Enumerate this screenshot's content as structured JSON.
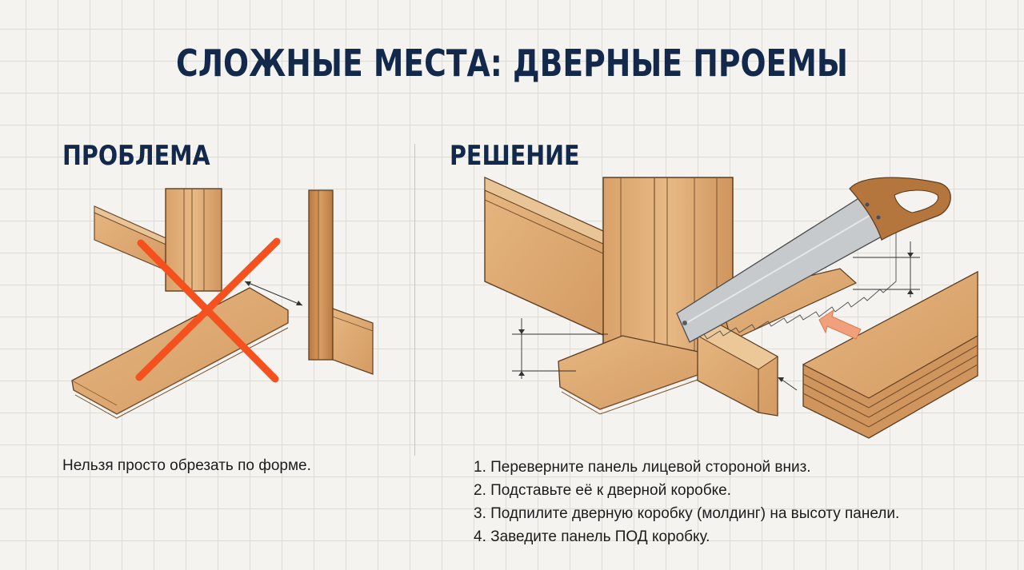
{
  "title": "СЛОЖНЫЕ МЕСТА: ДВЕРНЫЕ ПРОЕМЫ",
  "problem": {
    "heading": "ПРОБЛЕМА",
    "caption": "Нельзя просто обрезать по форме."
  },
  "solution": {
    "heading": "РЕШЕНИЕ",
    "steps": [
      "1. Переверните панель лицевой стороной вниз.",
      "2. Подставьте её к дверной коробке.",
      "3. Подпилите дверную коробку (молдинг) на высоту панели.",
      "4. Заведите панель ПОД коробку."
    ]
  },
  "colors": {
    "heading": "#13294b",
    "cross": "#f4511e",
    "arrow": "#f0a07a",
    "wood": "#d8a06a"
  }
}
